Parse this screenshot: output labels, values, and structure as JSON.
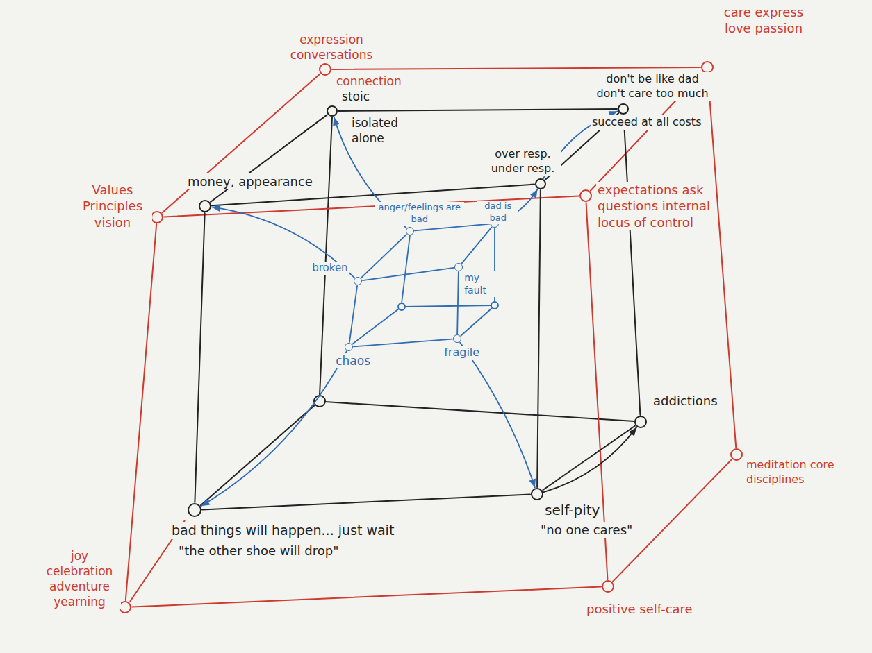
{
  "diagram": {
    "nodes": [
      {
        "text": [
          "expression conversations",
          "connection"
        ]
      },
      {
        "text": [
          "care express love passion"
        ]
      },
      {
        "text": [
          "stoic",
          "isolated alone"
        ]
      },
      {
        "text": [
          "don't be like dad don't care too much",
          "succeed at all costs"
        ]
      },
      {
        "text": [
          "Values Principles vision"
        ]
      },
      {
        "text": [
          "money, appearance"
        ]
      },
      {
        "text": [
          "over resp. under resp."
        ]
      },
      {
        "text": [
          "expectations ask questions internal locus of control"
        ]
      },
      {
        "text": [
          "anger/feelings are bad"
        ]
      },
      {
        "text": [
          "dad is bad"
        ]
      },
      {
        "text": [
          "broken"
        ]
      },
      {
        "text": [
          "my fault"
        ]
      },
      {
        "text": [
          "chaos"
        ]
      },
      {
        "text": [
          "fragile"
        ]
      },
      {
        "text": [
          "addictions"
        ]
      },
      {
        "text": [
          "meditation core disciplines"
        ]
      },
      {
        "text": [
          "self-pity",
          "\"no one cares\""
        ]
      },
      {
        "text": [
          "bad things will happen... just wait",
          "\"the other shoe will drop\""
        ]
      },
      {
        "text": [
          "positive self-care"
        ]
      },
      {
        "text": [
          "joy celebration adventure yearning"
        ]
      }
    ],
    "edges": [
      {
        "from": 0,
        "to": 1,
        "arrow": "none"
      },
      {
        "from": 0,
        "to": 4,
        "arrow": "none"
      },
      {
        "from": 4,
        "to": 7,
        "arrow": "none"
      },
      {
        "from": 1,
        "to": 7,
        "arrow": "none"
      },
      {
        "from": 1,
        "to": 15,
        "arrow": "none"
      },
      {
        "from": 7,
        "to": 18,
        "arrow": "none"
      },
      {
        "from": 15,
        "to": 18,
        "arrow": "none"
      },
      {
        "from": 4,
        "to": 19,
        "arrow": "none"
      },
      {
        "from": 19,
        "to": 18,
        "arrow": "none"
      },
      {
        "from": 2,
        "to": 3,
        "arrow": "none"
      },
      {
        "from": 2,
        "to": 5,
        "arrow": "none"
      },
      {
        "from": 3,
        "to": 6,
        "arrow": "none"
      },
      {
        "from": 5,
        "to": 6,
        "arrow": "none"
      },
      {
        "from": 5,
        "to": 17,
        "arrow": "none"
      },
      {
        "from": 6,
        "to": 16,
        "arrow": "none"
      },
      {
        "from": 3,
        "to": 14,
        "arrow": "none"
      },
      {
        "from": 17,
        "to": 16,
        "arrow": "none"
      },
      {
        "from": 16,
        "to": 14,
        "arrow": "none"
      },
      {
        "from": 8,
        "to": 9,
        "arrow": "none"
      },
      {
        "from": 8,
        "to": 10,
        "arrow": "none"
      },
      {
        "from": 9,
        "to": 11,
        "arrow": "none"
      },
      {
        "from": 10,
        "to": 11,
        "arrow": "none"
      },
      {
        "from": 10,
        "to": 12,
        "arrow": "none"
      },
      {
        "from": 11,
        "to": 13,
        "arrow": "none"
      },
      {
        "from": 12,
        "to": 13,
        "arrow": "none"
      },
      {
        "from": 10,
        "to": 5,
        "arrow": "to"
      },
      {
        "from": 8,
        "to": 2,
        "arrow": "to"
      },
      {
        "from": 9,
        "to": 6,
        "arrow": "to"
      },
      {
        "from": 6,
        "to": 3,
        "arrow": "to"
      },
      {
        "from": 12,
        "to": 17,
        "arrow": "to"
      },
      {
        "from": 13,
        "to": 16,
        "arrow": "to"
      },
      {
        "from": 16,
        "to": 14,
        "arrow": "to"
      }
    ]
  }
}
